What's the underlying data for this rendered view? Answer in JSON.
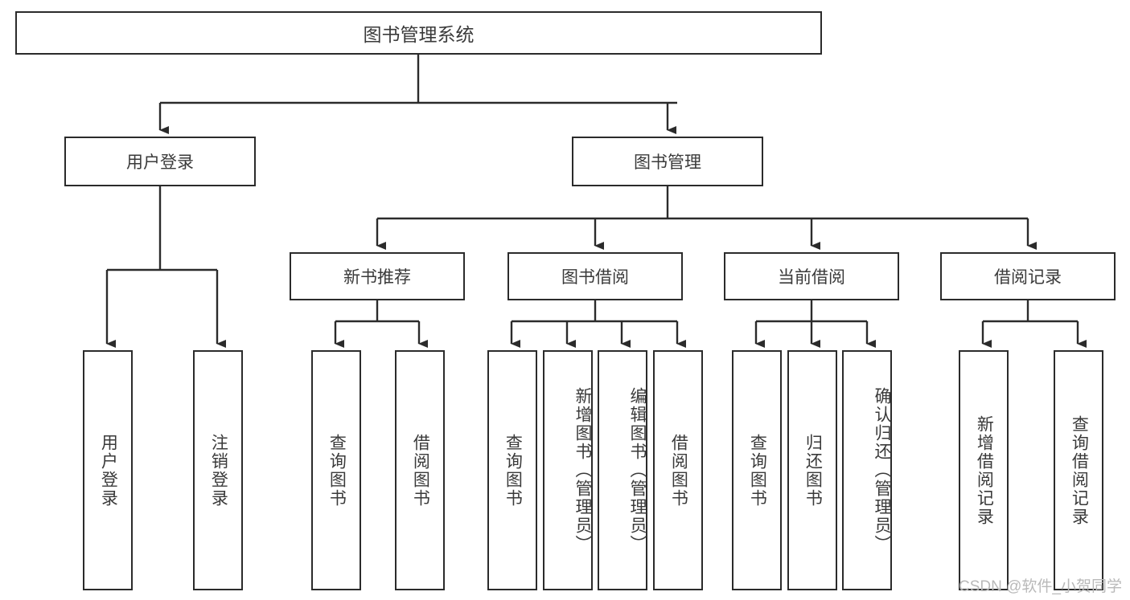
{
  "diagram": {
    "title": "图书管理系统",
    "type": "tree",
    "watermark": "CSDN @软件_小贺同学",
    "colors": {
      "box_border": "#2b2b2b",
      "box_fill": "#ffffff",
      "text": "#3a3a3a",
      "connector": "#2b2b2b",
      "watermark": "#b9b9b9"
    },
    "root": {
      "label": "图书管理系统"
    },
    "level2": [
      {
        "id": "user-login",
        "label": "用户登录"
      },
      {
        "id": "book-manage",
        "label": "图书管理"
      }
    ],
    "level3": [
      {
        "id": "new-book-rec",
        "label": "新书推荐",
        "parent": "book-manage"
      },
      {
        "id": "book-borrow",
        "label": "图书借阅",
        "parent": "book-manage"
      },
      {
        "id": "current-borrow",
        "label": "当前借阅",
        "parent": "book-manage"
      },
      {
        "id": "borrow-record",
        "label": "借阅记录",
        "parent": "book-manage"
      }
    ],
    "leaves": [
      {
        "id": "leaf-user-login",
        "label": "用户登录",
        "parent": "user-login"
      },
      {
        "id": "leaf-user-logout",
        "label": "注销登录",
        "parent": "user-login"
      },
      {
        "id": "leaf-query-book-1",
        "label": "查询图书",
        "parent": "new-book-rec"
      },
      {
        "id": "leaf-borrow-book-1",
        "label": "借阅图书",
        "parent": "new-book-rec"
      },
      {
        "id": "leaf-query-book-2",
        "label": "查询图书",
        "parent": "book-borrow"
      },
      {
        "id": "leaf-add-book",
        "label": "新增图书（管理员）",
        "parent": "book-borrow"
      },
      {
        "id": "leaf-edit-book",
        "label": "编辑图书（管理员）",
        "parent": "book-borrow"
      },
      {
        "id": "leaf-borrow-book-2",
        "label": "借阅图书",
        "parent": "book-borrow"
      },
      {
        "id": "leaf-query-book-3",
        "label": "查询图书",
        "parent": "current-borrow"
      },
      {
        "id": "leaf-return-book",
        "label": "归还图书",
        "parent": "current-borrow"
      },
      {
        "id": "leaf-confirm-return",
        "label": "确认归还（管理员）",
        "parent": "current-borrow"
      },
      {
        "id": "leaf-add-record",
        "label": "新增借阅记录",
        "parent": "borrow-record"
      },
      {
        "id": "leaf-query-record",
        "label": "查询借阅记录",
        "parent": "borrow-record"
      }
    ]
  }
}
